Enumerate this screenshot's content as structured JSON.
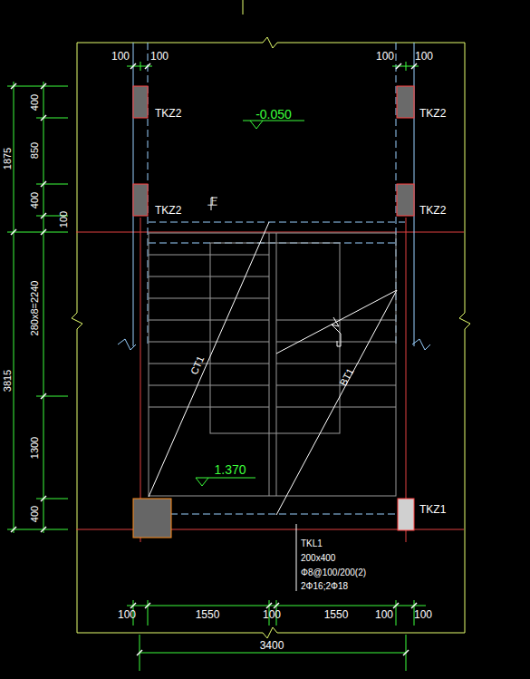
{
  "diagram": {
    "labels": [
      "100",
      "100",
      "100",
      "100",
      "TKZ2",
      "-0.050",
      "TKZ2",
      "TKZ2",
      "上",
      "TKZ2",
      "1875",
      "400",
      "850",
      "400",
      "100",
      "3815",
      "280x8=2240",
      "1300",
      "400",
      "CT1",
      "BT1",
      "1.370",
      "TKZ1",
      "TKL1",
      "200x400",
      "Φ8@100/200(2)",
      "2Φ16;2Φ18",
      "100",
      "1550",
      "100",
      "1550",
      "100",
      "100",
      "3400"
    ]
  }
}
